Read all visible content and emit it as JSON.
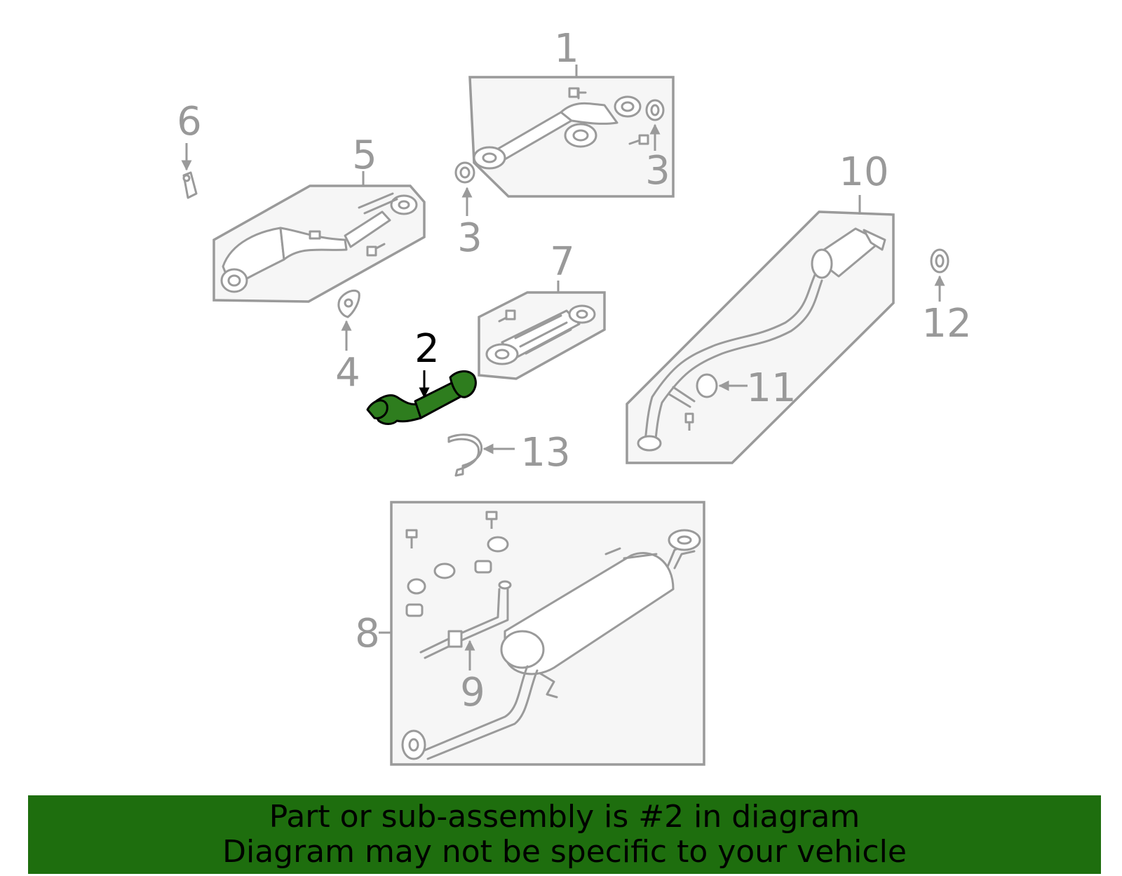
{
  "diagram": {
    "labels": {
      "l1": "1",
      "l2": "2",
      "l3a": "3",
      "l3b": "3",
      "l4": "4",
      "l5": "5",
      "l6": "6",
      "l7": "7",
      "l8": "8",
      "l9": "9",
      "l10": "10",
      "l11": "11",
      "l12": "12",
      "l13": "13"
    },
    "highlighted_part": "2",
    "colors": {
      "highlight": "#2e7d1e",
      "banner": "#1e6e0e",
      "lines": "#9a9a9a"
    }
  },
  "banner": {
    "line1": "Part or sub-assembly is #2 in diagram",
    "line2": "Diagram may not be specific to your vehicle"
  }
}
